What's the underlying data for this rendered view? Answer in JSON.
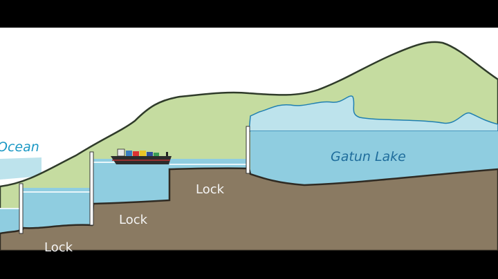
{
  "labels": {
    "ocean": "Ocean",
    "lake": "Gatun Lake",
    "lock_lower": "Lock",
    "lock_middle": "Lock",
    "lock_upper": "Lock"
  },
  "colors": {
    "sky": "#ffffff",
    "land": "#c5dca0",
    "land_stroke": "#2f3b2a",
    "water": "#8fcde0",
    "water_light": "#bde3ec",
    "ground": "#8a7a62",
    "ocean_text": "#1a98c4",
    "lake_text": "#1f6d9c",
    "ship_hull": "#2c2c2c",
    "gate": "#ffffff",
    "letterbox": "#000000"
  }
}
